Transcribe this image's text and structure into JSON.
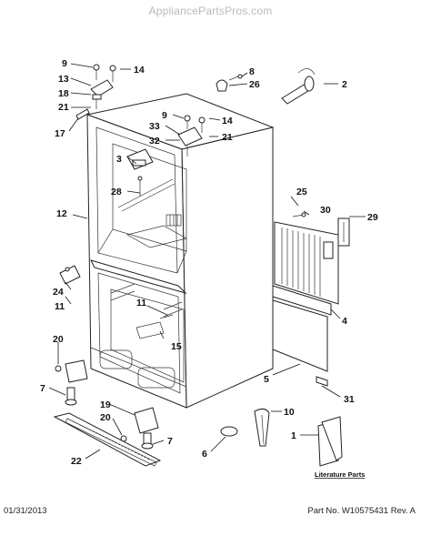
{
  "watermark": "AppliancePartsPros.com",
  "footer": {
    "date": "01/31/2013",
    "part_label": "Part No. W10575431 Rev. A"
  },
  "literature_label": "Literature Parts",
  "callouts": {
    "c1": "1",
    "c2": "2",
    "c3": "3",
    "c4": "4",
    "c5": "5",
    "c6": "6",
    "c7a": "7",
    "c7b": "7",
    "c8": "8",
    "c9a": "9",
    "c9b": "9",
    "c10": "10",
    "c11a": "11",
    "c11b": "11",
    "c12": "12",
    "c13": "13",
    "c14a": "14",
    "c14b": "14",
    "c15": "15",
    "c17": "17",
    "c18": "18",
    "c19": "19",
    "c20a": "20",
    "c20b": "20",
    "c21a": "21",
    "c21b": "21",
    "c22": "22",
    "c24": "24",
    "c25": "25",
    "c26": "26",
    "c28": "28",
    "c29": "29",
    "c30": "30",
    "c31": "31",
    "c32": "32",
    "c33": "33"
  }
}
